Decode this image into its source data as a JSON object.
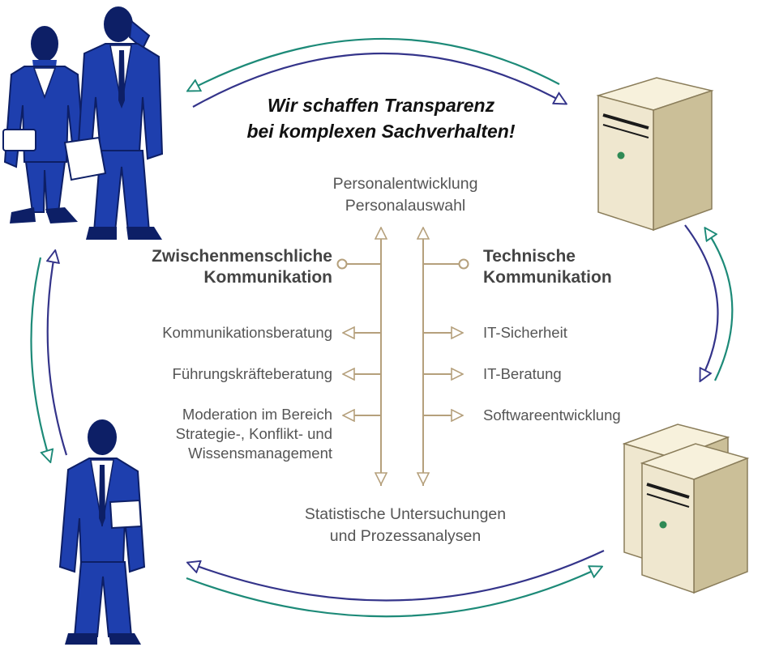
{
  "slogan": {
    "line1": "Wir schaffen Transparenz",
    "line2": "bei komplexen Sachverhalten!"
  },
  "top_topics": {
    "line1": "Personalentwicklung",
    "line2": "Personalauswahl"
  },
  "bottom_topics": {
    "line1": "Statistische Untersuchungen",
    "line2": "und Prozessanalysen"
  },
  "left_branch": {
    "heading_line1": "Zwischenmenschliche",
    "heading_line2": "Kommunikation",
    "items": [
      "Kommunikationsberatung",
      "Führungskräfteberatung",
      "Moderation im Bereich",
      "Strategie-, Konflikt- und",
      "Wissensmanagement"
    ]
  },
  "right_branch": {
    "heading_line1": "Technische",
    "heading_line2": "Kommunikation",
    "items": [
      "IT-Sicherheit",
      "IT-Beratung",
      "Softwareentwicklung"
    ]
  },
  "colors": {
    "figure_blue": "#1e3fae",
    "figure_dark": "#0d1f66",
    "tree_tan": "#b5a07c",
    "arrow_teal": "#1d8a78",
    "arrow_indigo": "#34348a",
    "server_body": "#efe7cf",
    "server_side": "#cbbf98"
  },
  "icons": {
    "businesswoman": "businesswoman-icon",
    "businessman_phone": "businessman-phone-icon",
    "businessman_standing": "businessman-standing-icon",
    "server_single": "server-tower-icon",
    "server_double": "server-pair-icon"
  }
}
